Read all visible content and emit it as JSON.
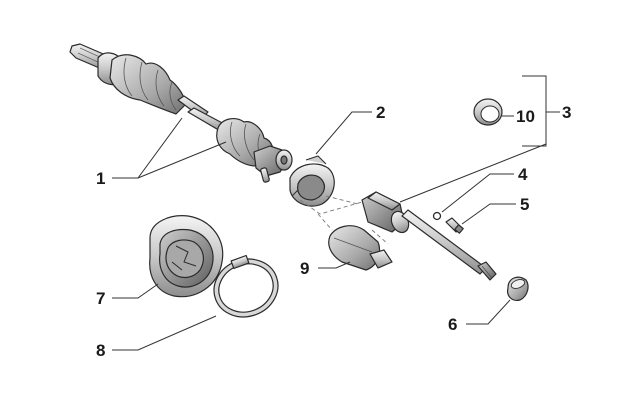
{
  "callouts": {
    "c1": "1",
    "c2": "2",
    "c3": "3",
    "c4": "4",
    "c5": "5",
    "c6": "6",
    "c7": "7",
    "c8": "8",
    "c9": "9",
    "c10": "10"
  },
  "colors": {
    "line": "#2b2b2b",
    "fill_light": "#eeeeee",
    "fill_mid": "#bdbdbd",
    "fill_dark": "#7a7a7a"
  }
}
